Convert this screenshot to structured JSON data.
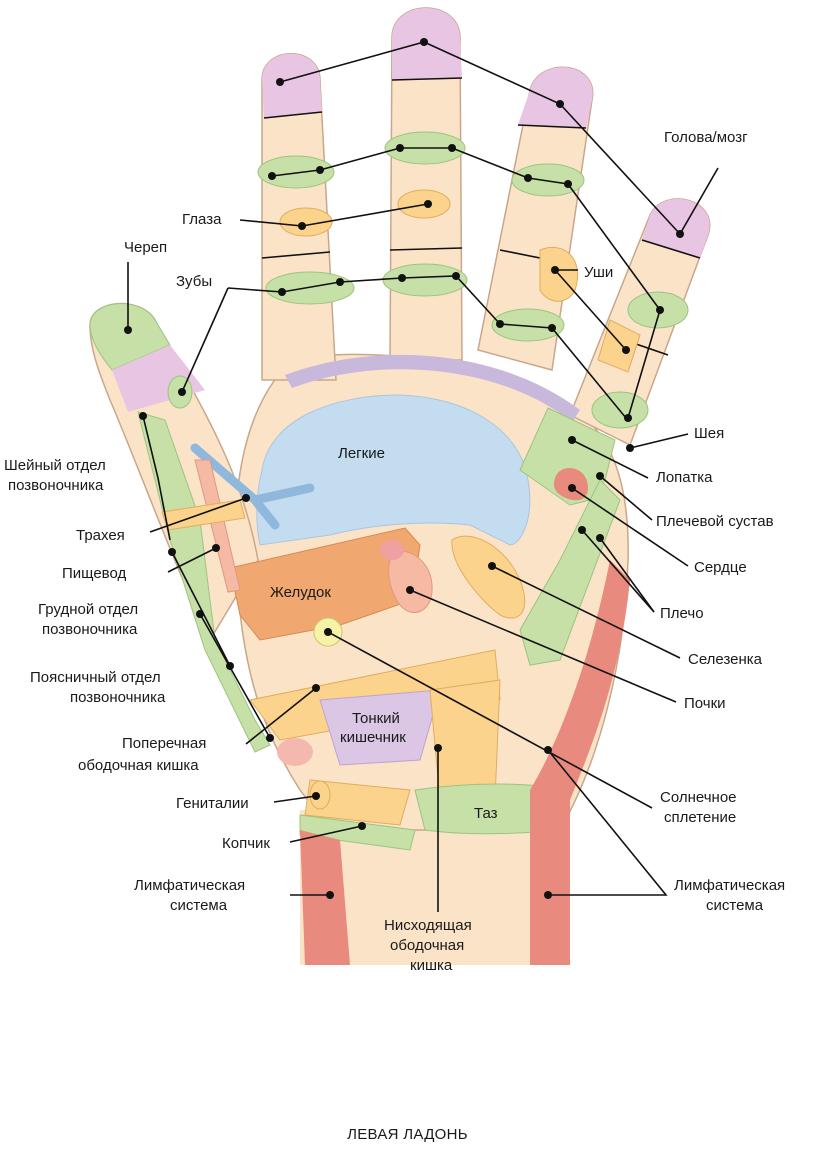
{
  "caption": "ЛЕВАЯ ЛАДОНЬ",
  "colors": {
    "skin": "#fbe3c8",
    "outline": "#c9a78b",
    "pink_tip": "#e8c6e3",
    "green_zone": "#c6e0a8",
    "green_border": "#9cc47e",
    "yellow_zone": "#fbd38c",
    "blue_lungs": "#c4dcef",
    "orange_stomach": "#f0a870",
    "red_lymph": "#e88a7e",
    "lavender": "#dcc6e6",
    "diaphragm": "#c8b8dc"
  },
  "labels": {
    "golova": "Голова/мозг",
    "glaza": "Глаза",
    "cherep": "Череп",
    "zuby": "Зубы",
    "ushi": "Уши",
    "legkie": "Легкие",
    "sheya": "Шея",
    "lopatka": "Лопатка",
    "plechevoy": "Плечевой сустав",
    "serdce": "Сердце",
    "plecho": "Плечо",
    "selezenka": "Селезенка",
    "pochki": "Почки",
    "solnechnoe_1": "Солнечное",
    "solnechnoe_2": "сплетение",
    "limf_right_1": "Лимфатическая",
    "limf_right_2": "система",
    "nishod_1": "Нисходящая",
    "nishod_2": "ободочная",
    "nishod_3": "кишка",
    "taz": "Таз",
    "tonkiy_1": "Тонкий",
    "tonkiy_2": "кишечник",
    "zheludok": "Желудок",
    "sheyniy_1": "Шейный отдел",
    "sheyniy_2": "позвоночника",
    "traheya": "Трахея",
    "pishevod": "Пищевод",
    "grudnoy_1": "Грудной отдел",
    "grudnoy_2": "позвоночника",
    "poyasnichniy_1": "Поясничный отдел",
    "poyasnichniy_2": "позвоночника",
    "poperechnaya_1": "Поперечная",
    "poperechnaya_2": "ободочная кишка",
    "genitalii": "Гениталии",
    "kopchik": "Копчик",
    "limf_left_1": "Лимфатическая",
    "limf_left_2": "система"
  }
}
